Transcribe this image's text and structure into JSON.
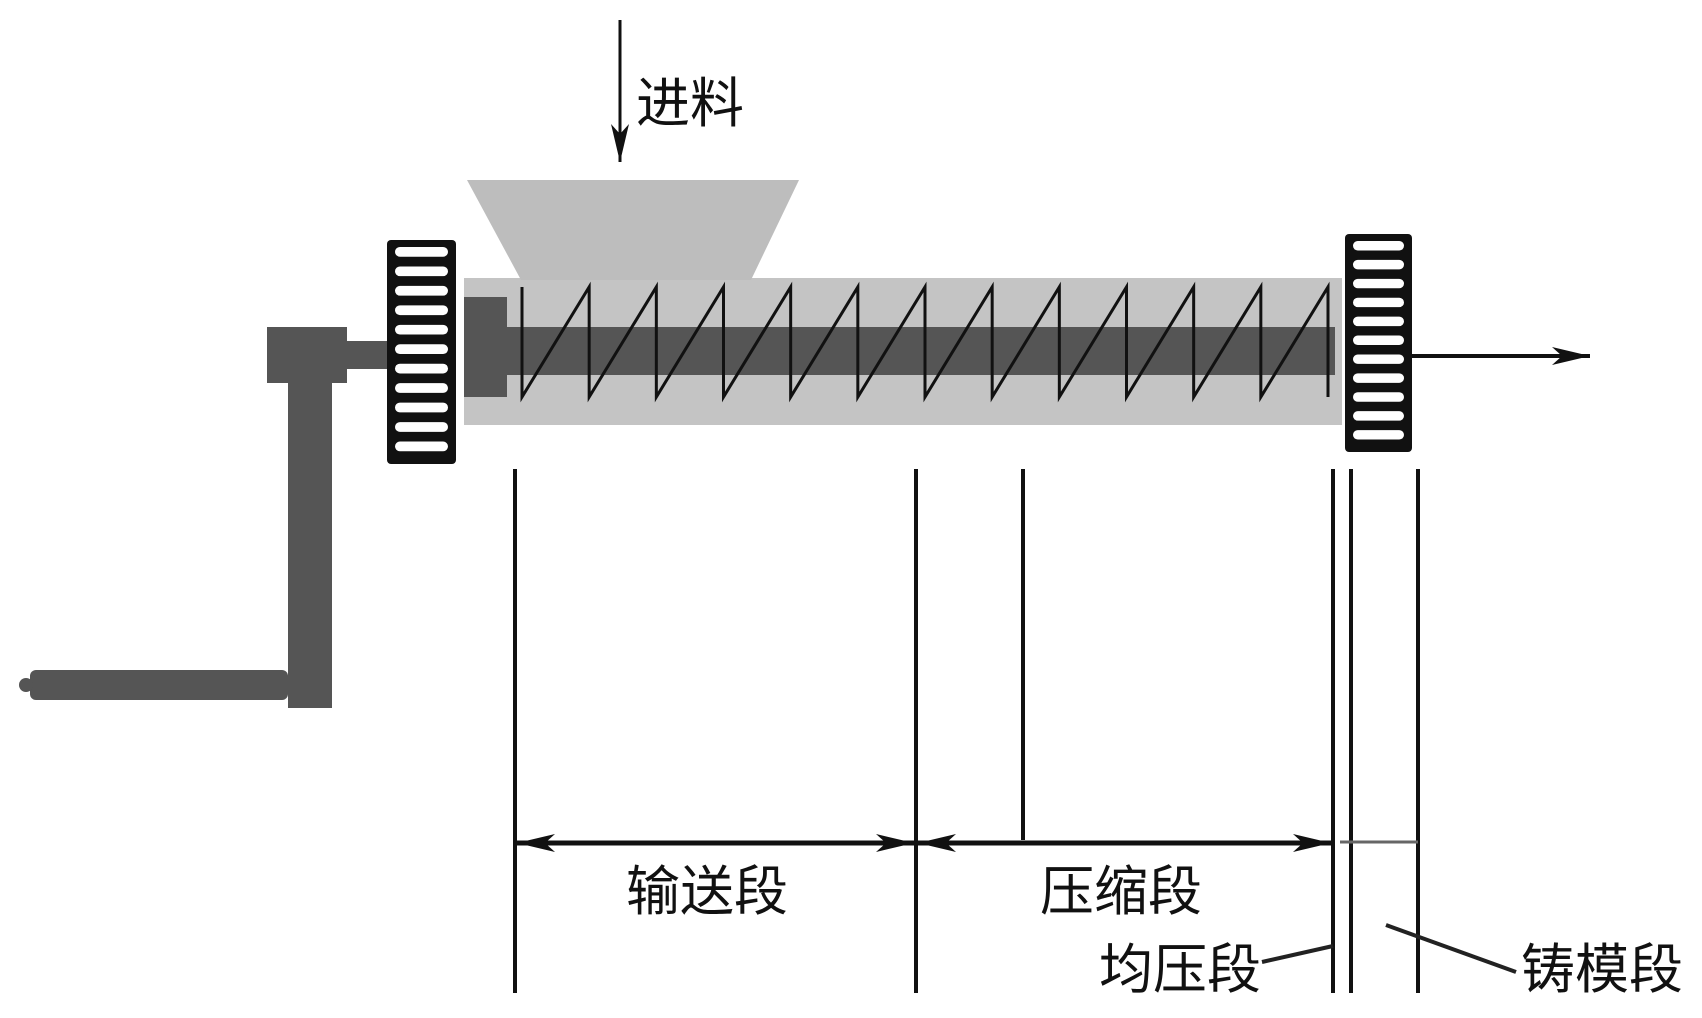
{
  "labels": {
    "feed": "进料",
    "conveying": "输送段",
    "compression": "压缩段",
    "metering": "均压段",
    "molding": "铸模段"
  },
  "colors": {
    "hopper": "#bdbdbd",
    "barrel": "#c4c4c4",
    "shaft": "#555555",
    "line": "#111111"
  }
}
